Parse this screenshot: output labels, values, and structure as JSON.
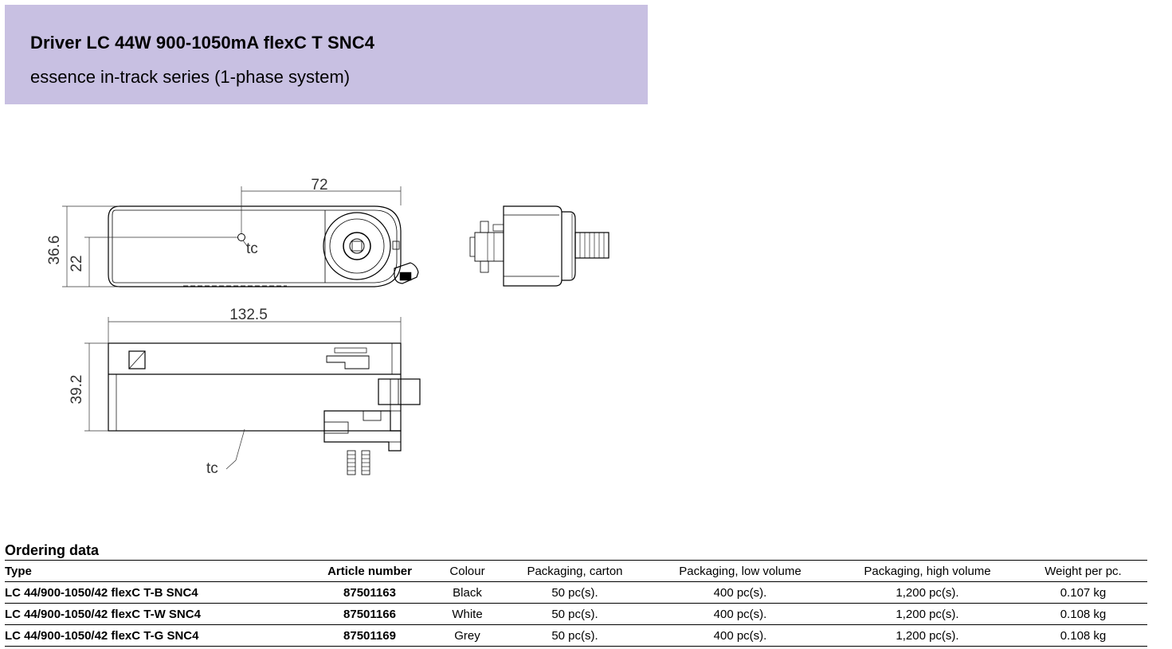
{
  "header": {
    "title": "Driver LC 44W 900-1050mA flexC T SNC4",
    "subtitle": "essence in-track series (1-phase system)"
  },
  "drawing": {
    "dim_width_top": "72",
    "dim_height_total": "36.6",
    "dim_height_tc": "22",
    "tc_label_top": "tc",
    "dim_length": "132.5",
    "dim_height_side": "39.2",
    "tc_label_side": "tc"
  },
  "ordering": {
    "title": "Ordering data",
    "columns": [
      "Type",
      "Article number",
      "Colour",
      "Packaging, carton",
      "Packaging, low volume",
      "Packaging, high volume",
      "Weight per pc."
    ],
    "rows": [
      [
        "LC 44/900-1050/42 flexC T-B SNC4",
        "87501163",
        "Black",
        "50 pc(s).",
        "400 pc(s).",
        "1,200 pc(s).",
        "0.107 kg"
      ],
      [
        "LC 44/900-1050/42 flexC T-W SNC4",
        "87501166",
        "White",
        "50 pc(s).",
        "400 pc(s).",
        "1,200 pc(s).",
        "0.108 kg"
      ],
      [
        "LC 44/900-1050/42 flexC T-G SNC4",
        "87501169",
        "Grey",
        "50 pc(s).",
        "400 pc(s).",
        "1,200 pc(s).",
        "0.108 kg"
      ]
    ]
  },
  "colors": {
    "header_bg": "#c8c0e2",
    "line": "#000000",
    "dimension_line": "#333333"
  }
}
